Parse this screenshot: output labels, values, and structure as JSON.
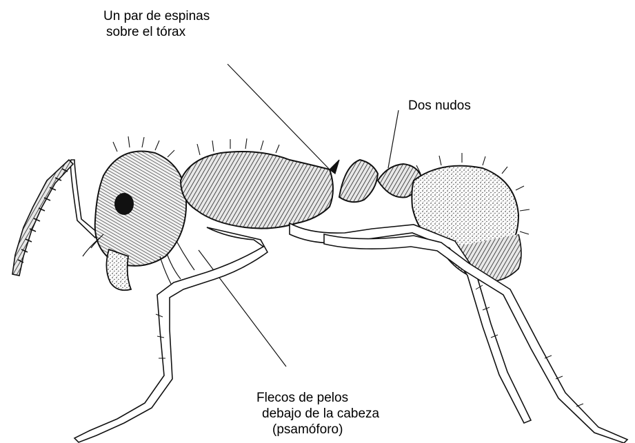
{
  "labels": {
    "thorax_spines": {
      "line1": "Un par de espinas",
      "line2": "sobre el tórax"
    },
    "nodes": {
      "line1": "Dos nudos"
    },
    "psammophore": {
      "line1": "Flecos de pelos",
      "line2": "debajo de la cabeza",
      "line3": "(psamóforo)"
    }
  },
  "colors": {
    "ink": "#111111",
    "background": "#ffffff"
  }
}
